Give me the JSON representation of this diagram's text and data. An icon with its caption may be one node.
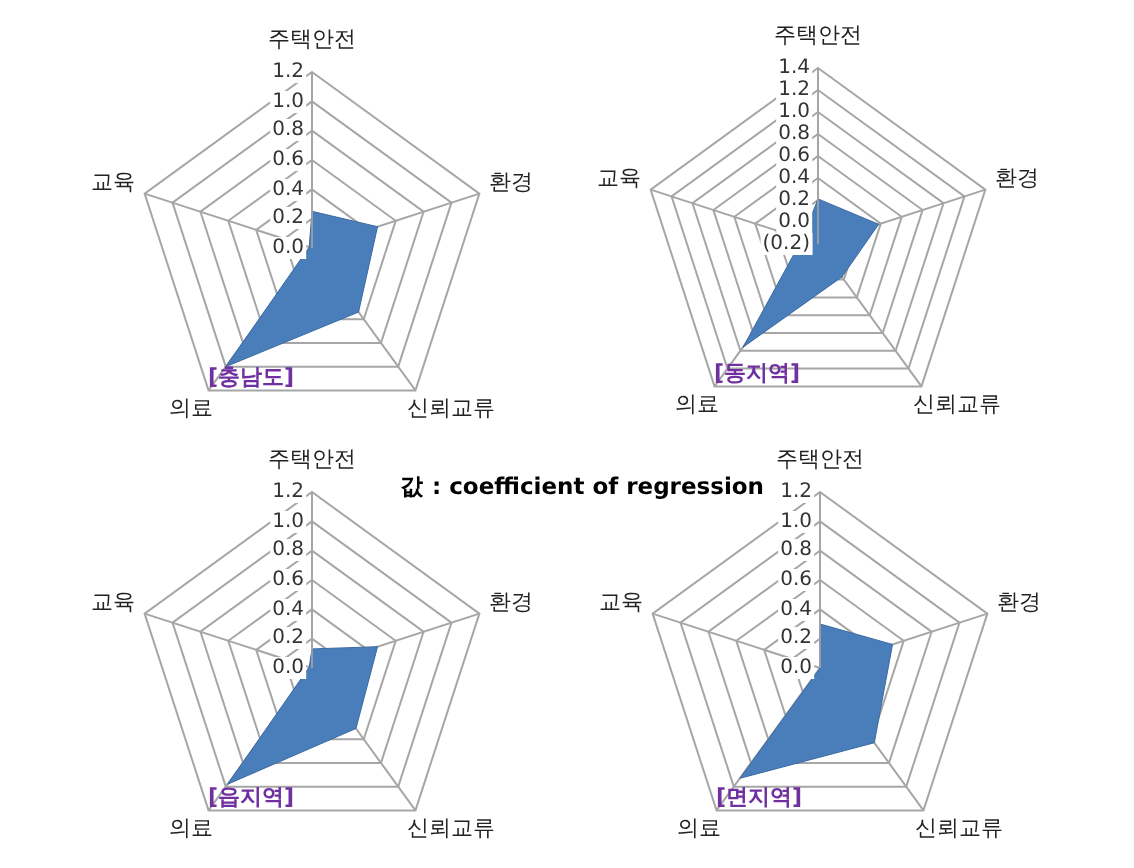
{
  "diagram": {
    "labels": [
      "주택안전",
      "1.2",
      "1.0",
      "0.8",
      "0.6",
      "0.4",
      "0.2",
      "0.0",
      "교육",
      "환경",
      "[충남도]",
      "의료",
      "신뢰교류",
      "주택안전",
      "1.4",
      "1.2",
      "1.0",
      "0.8",
      "0.6",
      "0.4",
      "0.2",
      "0.0",
      "(0.2)",
      "교육",
      "환경",
      "[동지역]",
      "의료",
      "신뢰교류",
      "주택안전",
      "1.2",
      "1.0",
      "0.8",
      "0.6",
      "0.4",
      "0.2",
      "0.0",
      "값 : coefficient of regression",
      "교육",
      "환경",
      "[읍지역]",
      "의료",
      "신뢰교류",
      "주택안전",
      "1.2",
      "1.0",
      "0.8",
      "0.6",
      "0.4",
      "0.2",
      "0.0",
      "교육",
      "환경",
      "[면지역]",
      "의료",
      "신뢰교류"
    ]
  }
}
